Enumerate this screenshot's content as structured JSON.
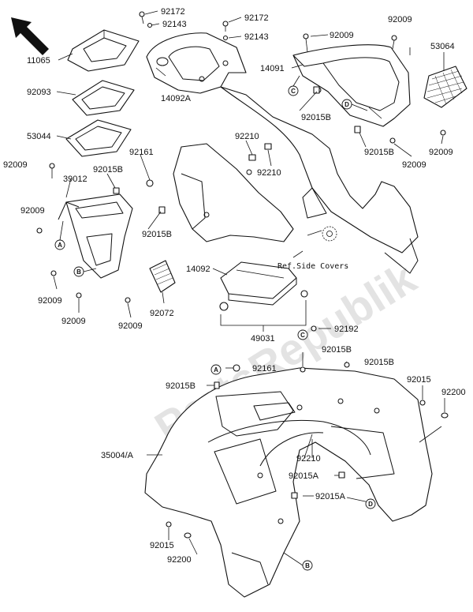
{
  "watermark": "PartsRepublik",
  "reference_note": "Ref.Side Covers",
  "callouts": {
    "A": "A",
    "B": "B",
    "C": "C",
    "D": "D"
  },
  "part_labels": [
    {
      "id": "p-92172-a",
      "text": "92172"
    },
    {
      "id": "p-92143-a",
      "text": "92143"
    },
    {
      "id": "p-92172-b",
      "text": "92172"
    },
    {
      "id": "p-92143-b",
      "text": "92143"
    },
    {
      "id": "p-92009-a",
      "text": "92009"
    },
    {
      "id": "p-92009-b",
      "text": "92009"
    },
    {
      "id": "p-53064",
      "text": "53064"
    },
    {
      "id": "p-11065",
      "text": "11065"
    },
    {
      "id": "p-14091",
      "text": "14091"
    },
    {
      "id": "p-92093",
      "text": "92093"
    },
    {
      "id": "p-14092A",
      "text": "14092A"
    },
    {
      "id": "p-92015B-a",
      "text": "92015B"
    },
    {
      "id": "p-53044",
      "text": "53044"
    },
    {
      "id": "p-92210-a",
      "text": "92210"
    },
    {
      "id": "p-92015B-b",
      "text": "92015B"
    },
    {
      "id": "p-92009-c",
      "text": "92009"
    },
    {
      "id": "p-92161-a",
      "text": "92161"
    },
    {
      "id": "p-92009-d",
      "text": "92009"
    },
    {
      "id": "p-92009-e",
      "text": "92009"
    },
    {
      "id": "p-39012",
      "text": "39012"
    },
    {
      "id": "p-92015B-c",
      "text": "92015B"
    },
    {
      "id": "p-92210-b",
      "text": "92210"
    },
    {
      "id": "p-92009-f",
      "text": "92009"
    },
    {
      "id": "p-92015B-d",
      "text": "92015B"
    },
    {
      "id": "p-14092",
      "text": "14092"
    },
    {
      "id": "p-92009-g",
      "text": "92009"
    },
    {
      "id": "p-92009-h",
      "text": "92009"
    },
    {
      "id": "p-92009-i",
      "text": "92009"
    },
    {
      "id": "p-92072",
      "text": "92072"
    },
    {
      "id": "p-49031",
      "text": "49031"
    },
    {
      "id": "p-92192",
      "text": "92192"
    },
    {
      "id": "p-92015B-e",
      "text": "92015B"
    },
    {
      "id": "p-92161-b",
      "text": "92161"
    },
    {
      "id": "p-92015B-f",
      "text": "92015B"
    },
    {
      "id": "p-92015B-g",
      "text": "92015B"
    },
    {
      "id": "p-92015",
      "text": "92015"
    },
    {
      "id": "p-92200-a",
      "text": "92200"
    },
    {
      "id": "p-35004A",
      "text": "35004/A"
    },
    {
      "id": "p-92210-c",
      "text": "92210"
    },
    {
      "id": "p-92015A-a",
      "text": "92015A"
    },
    {
      "id": "p-92015A-b",
      "text": "92015A"
    },
    {
      "id": "p-92015-b",
      "text": "92015"
    },
    {
      "id": "p-92200-b",
      "text": "92200"
    }
  ]
}
